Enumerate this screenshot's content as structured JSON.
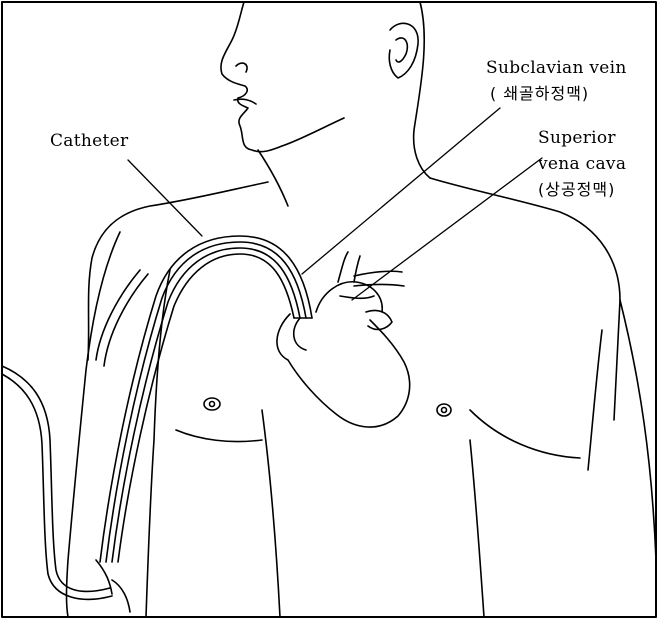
{
  "labels": {
    "catheter": "Catheter",
    "subclavian_en": "Subclavian vein",
    "subclavian_ko": "( 쇄골하정맥)",
    "svc_en_1": "Superior",
    "svc_en_2": "vena cava",
    "svc_ko": "(상공정맥)"
  },
  "colors": {
    "line": "#000000",
    "background": "#ffffff"
  }
}
